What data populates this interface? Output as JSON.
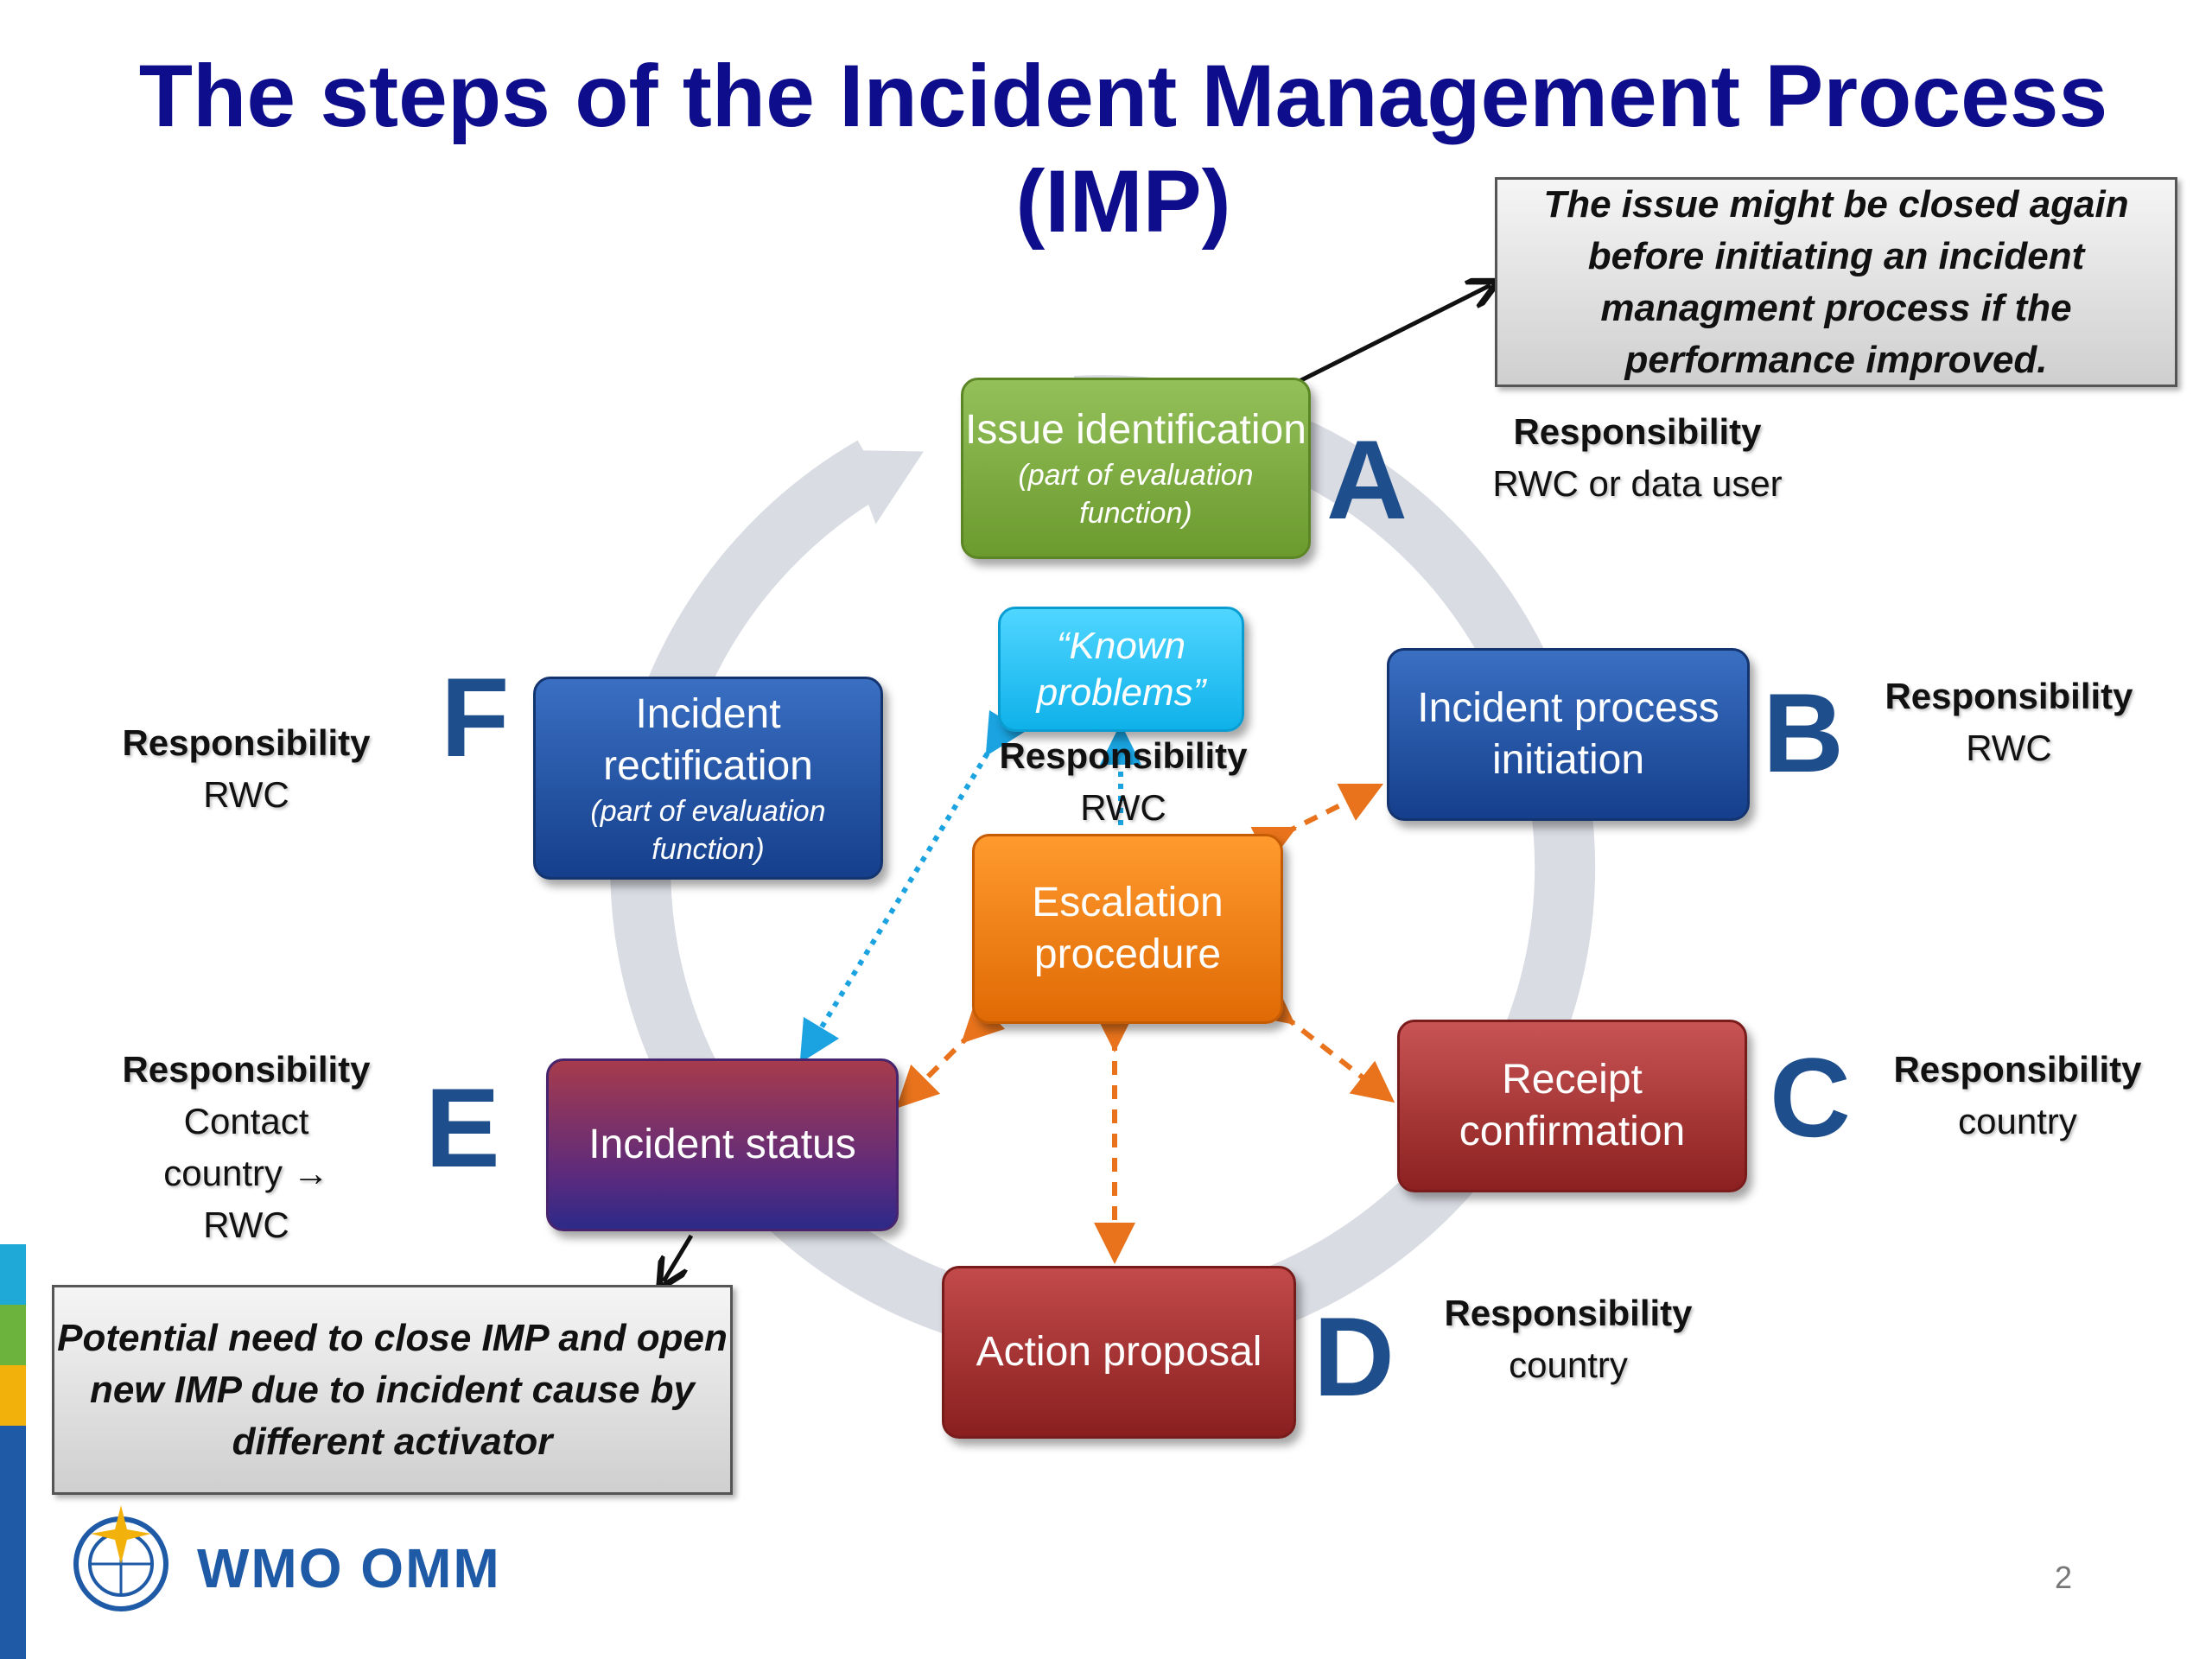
{
  "title": {
    "line1": "The steps of the Incident Management Process",
    "line2": "(IMP)"
  },
  "steps": {
    "a": {
      "letter": "A",
      "label": "Issue identification",
      "sub": "(part of evaluation function)",
      "resp_label": "Responsibility",
      "resp_value": "RWC or data user"
    },
    "b": {
      "letter": "B",
      "label": "Incident process initiation",
      "resp_label": "Responsibility",
      "resp_value": "RWC"
    },
    "c": {
      "letter": "C",
      "label": "Receipt confirmation",
      "resp_label": "Responsibility",
      "resp_value": "country"
    },
    "d": {
      "letter": "D",
      "label": "Action proposal",
      "resp_label": "Responsibility",
      "resp_value": "country"
    },
    "e": {
      "letter": "E",
      "label": "Incident status",
      "resp_label": "Responsibility",
      "resp_line1": "Contact",
      "resp_line2": "country →",
      "resp_line3": "RWC"
    },
    "f": {
      "letter": "F",
      "label": "Incident rectification",
      "sub": "(part of evaluation function)",
      "resp_label": "Responsibility",
      "resp_value": "RWC"
    }
  },
  "center": {
    "escalation": "Escalation procedure",
    "known_problems": "“Known problems”",
    "resp_label": "Responsibility",
    "resp_value": "RWC"
  },
  "notes": {
    "top": "The issue might be closed again before initiating an incident managment process if the performance improved.",
    "bottom": "Potential need to close IMP and open new IMP due to incident cause by different activator"
  },
  "footer": {
    "logo_text": "WMO OMM",
    "page_number": "2"
  },
  "colors": {
    "title": "#0e0e8c",
    "step_a": "#7aa63c",
    "step_blue": "#1d4c9c",
    "step_red": "#a33030",
    "escalation": "#f58220",
    "known_problems": "#21c0f2",
    "cycle_arrow": "#d9dce3",
    "dashed_orange": "#e8731c",
    "dotted_blue": "#1aa3e0"
  }
}
